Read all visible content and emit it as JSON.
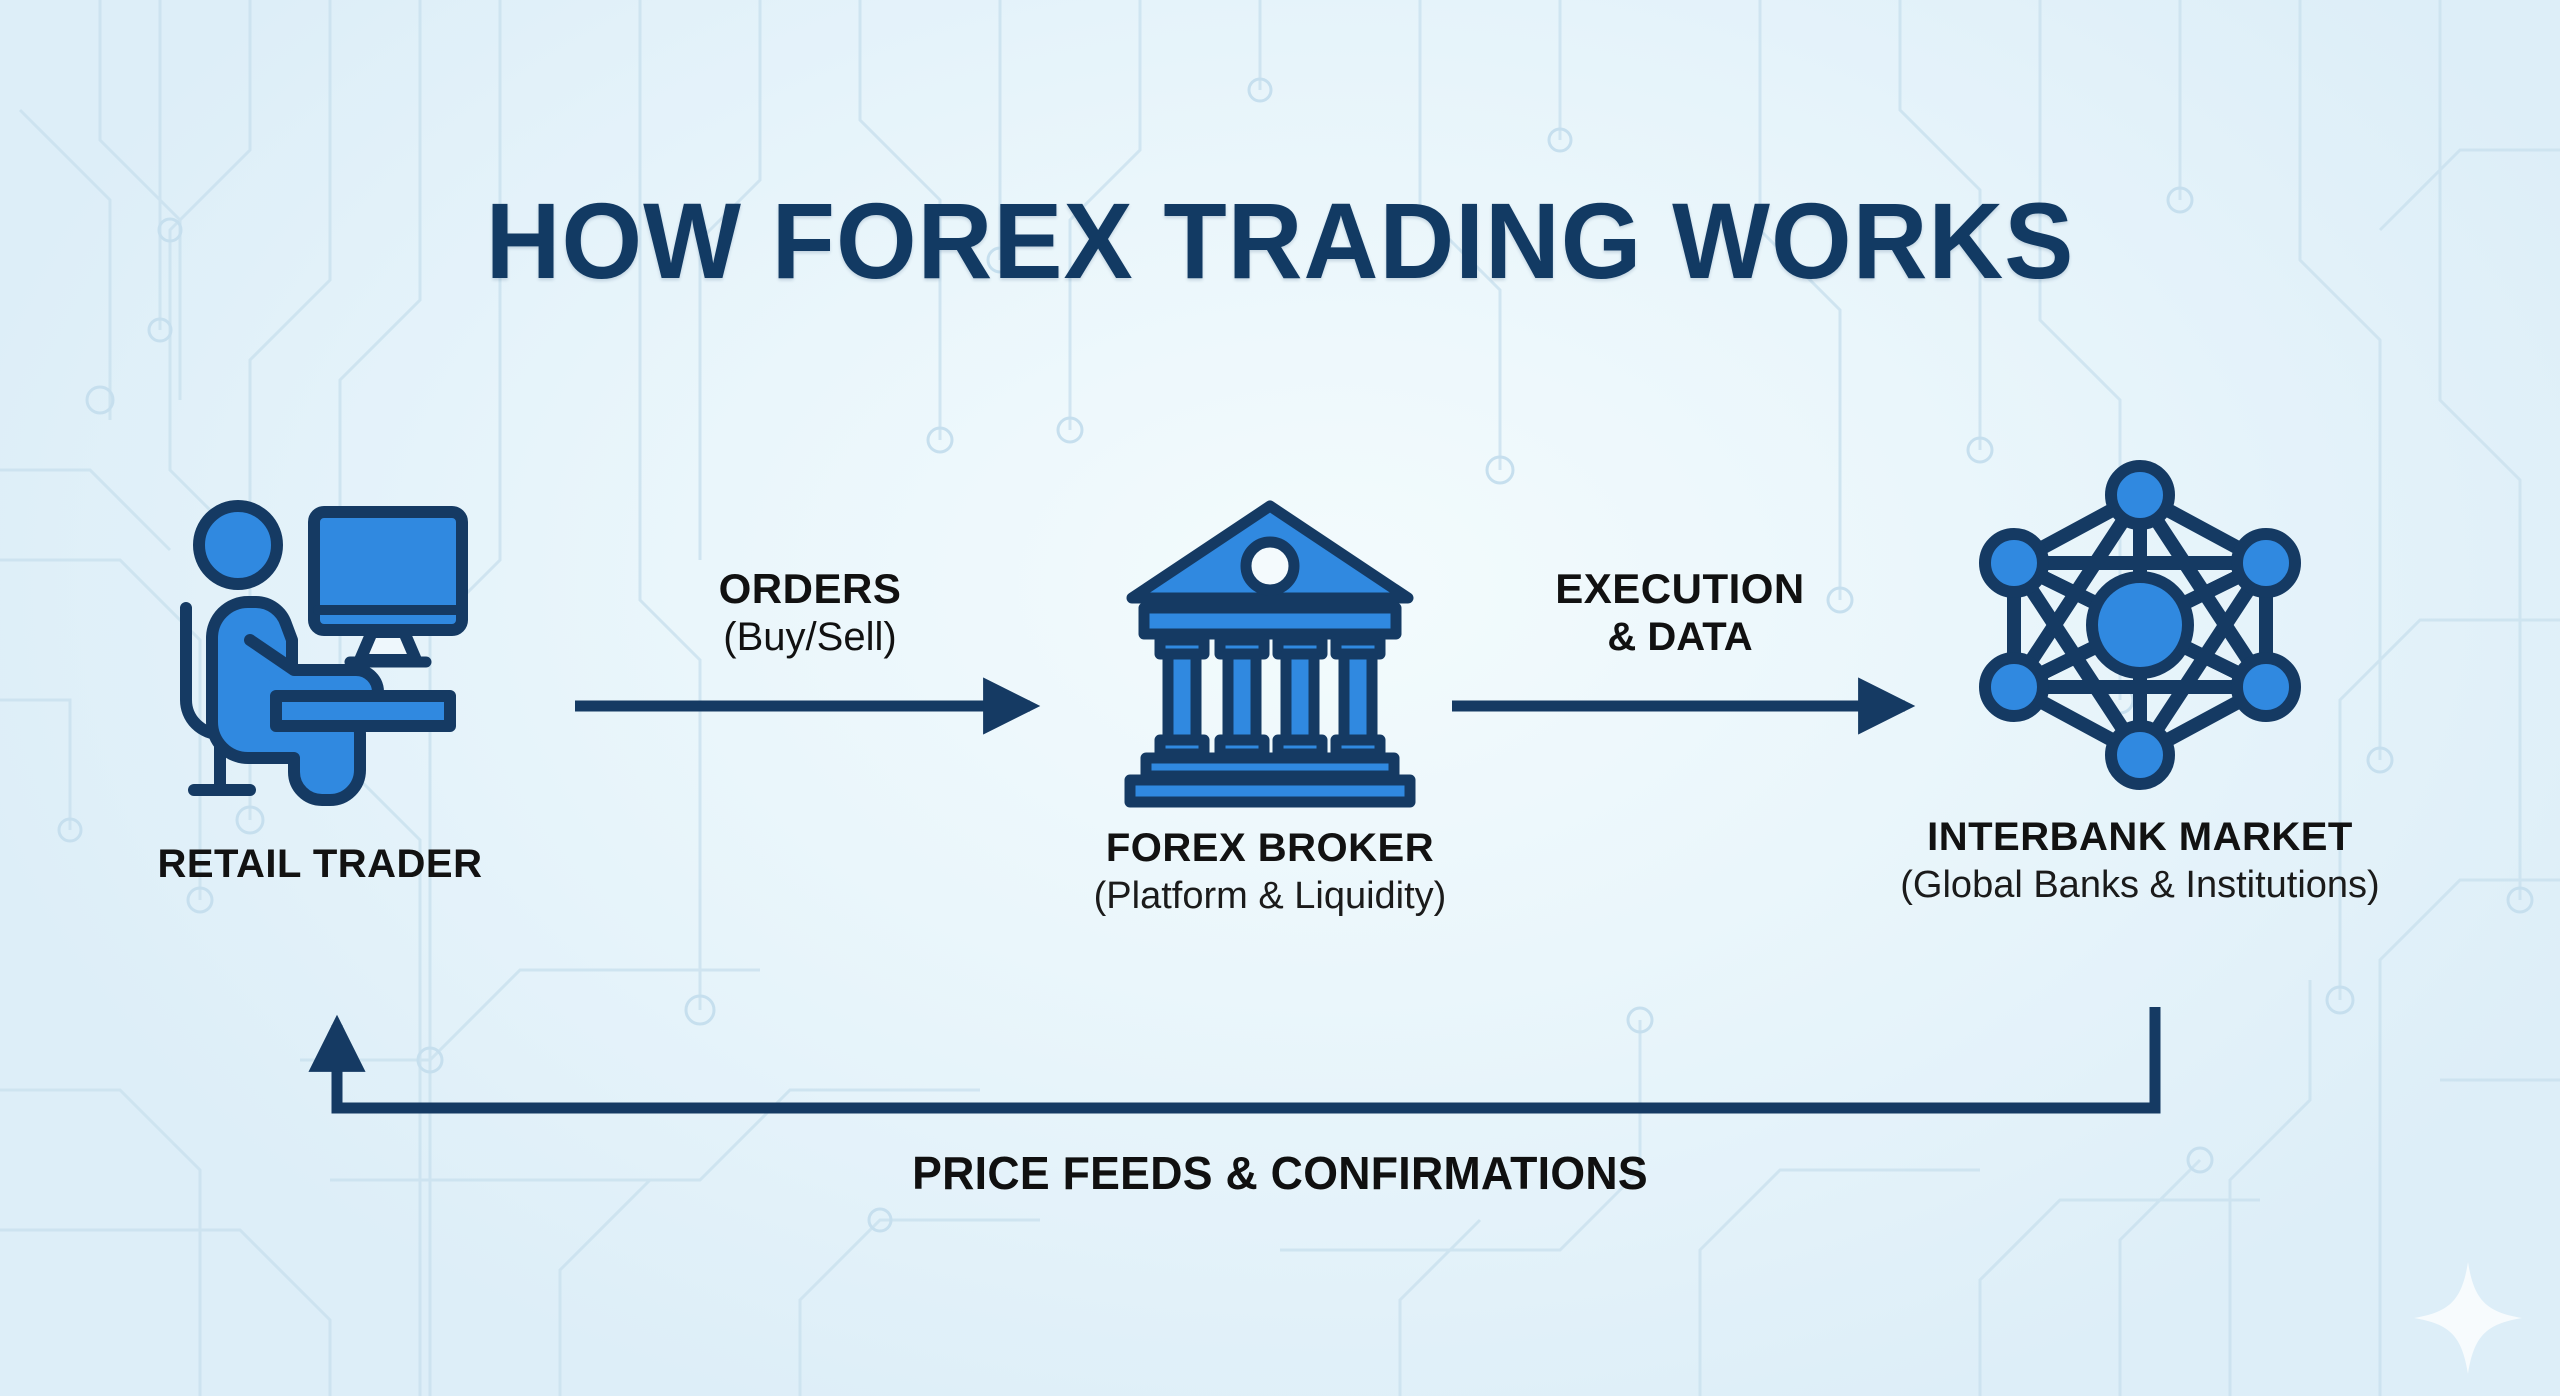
{
  "title": "HOW FOREX TRADING WORKS",
  "colors": {
    "background": "#EAF6FB",
    "navy": "#153A63",
    "blue": "#3089E0",
    "text": "#111111",
    "circuit": "#CFE4F0"
  },
  "nodes": [
    {
      "id": "retail-trader",
      "icon": "person-at-computer-icon",
      "label": "RETAIL TRADER",
      "sub": ""
    },
    {
      "id": "forex-broker",
      "icon": "bank-building-icon",
      "label": "FOREX BROKER",
      "sub": "(Platform & Liquidity)"
    },
    {
      "id": "interbank-market",
      "icon": "network-nodes-icon",
      "label": "INTERBANK MARKET",
      "sub": "(Global Banks & Institutions)"
    }
  ],
  "flows": [
    {
      "id": "orders",
      "line1": "ORDERS",
      "line2": "(Buy/Sell)",
      "line2_bold": false
    },
    {
      "id": "execution",
      "line1": "EXECUTION",
      "line2": "& DATA",
      "line2_bold": true
    }
  ],
  "feedback_label": "PRICE FEEDS & CONFIRMATIONS"
}
